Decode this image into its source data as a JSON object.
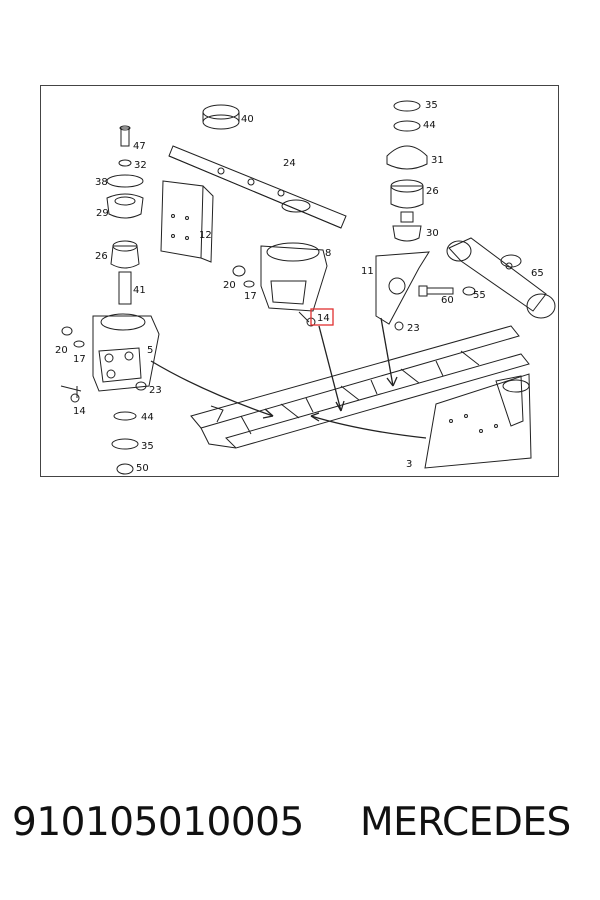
{
  "diagram": {
    "highlight_color": "#e03030",
    "callouts": [
      {
        "id": "c40",
        "text": "40"
      },
      {
        "id": "c24",
        "text": "24"
      },
      {
        "id": "c35a",
        "text": "35"
      },
      {
        "id": "c44a",
        "text": "44"
      },
      {
        "id": "c31",
        "text": "31"
      },
      {
        "id": "c26a",
        "text": "26"
      },
      {
        "id": "c30",
        "text": "30"
      },
      {
        "id": "c47",
        "text": "47"
      },
      {
        "id": "c32",
        "text": "32"
      },
      {
        "id": "c38",
        "text": "38"
      },
      {
        "id": "c29",
        "text": "29"
      },
      {
        "id": "c26b",
        "text": "26"
      },
      {
        "id": "c12",
        "text": "12"
      },
      {
        "id": "c41",
        "text": "41"
      },
      {
        "id": "c8",
        "text": "8"
      },
      {
        "id": "c20a",
        "text": "20"
      },
      {
        "id": "c17a",
        "text": "17"
      },
      {
        "id": "c11",
        "text": "11"
      },
      {
        "id": "c60",
        "text": "60"
      },
      {
        "id": "c55",
        "text": "55"
      },
      {
        "id": "c65",
        "text": "65"
      },
      {
        "id": "c14a",
        "text": "14"
      },
      {
        "id": "c23a",
        "text": "23"
      },
      {
        "id": "c20b",
        "text": "20"
      },
      {
        "id": "c17b",
        "text": "17"
      },
      {
        "id": "c5",
        "text": "5"
      },
      {
        "id": "c23b",
        "text": "23"
      },
      {
        "id": "c14b",
        "text": "14"
      },
      {
        "id": "c44b",
        "text": "44"
      },
      {
        "id": "c35b",
        "text": "35"
      },
      {
        "id": "c50",
        "text": "50"
      },
      {
        "id": "c3",
        "text": "3"
      }
    ]
  },
  "footer": {
    "part_number": "910105010005",
    "brand": "MERCEDES"
  }
}
